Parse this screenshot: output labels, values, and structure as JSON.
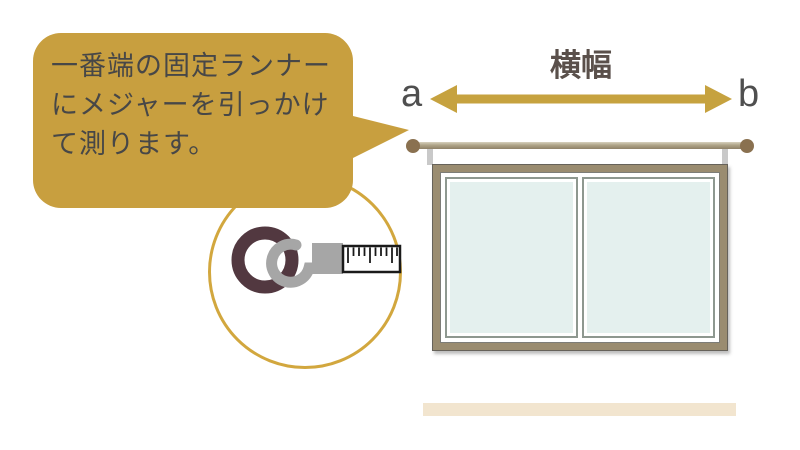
{
  "callout": {
    "lines": [
      "一番端の固定ランナー",
      "にメジャーを引っかけ",
      "て測ります。"
    ]
  },
  "measurement": {
    "title": "横幅",
    "point_a": "a",
    "point_b": "b"
  },
  "icons": {
    "detail_circle": "magnifier-detail-circle",
    "tape_measure": "tape-measure-hook-on-runner-ring"
  },
  "colors": {
    "gold": "#C89F3F",
    "arrow_gold": "#C6A23F",
    "circle_stroke_gold": "#D2A73E",
    "ring_maroon": "#523840",
    "tape_gray": "#A6A6A6",
    "ruler_stroke": "#1A1A1A",
    "rail_tan": "#9A8C6E",
    "rail_cap_brown": "#8A7150",
    "bracket_gray": "#C9C9C9",
    "window_frame_tan": "#9A8C70",
    "glass_blue": "#E4F0EE",
    "sill_beige": "#F2E5CF",
    "text_dark": "#474747"
  }
}
